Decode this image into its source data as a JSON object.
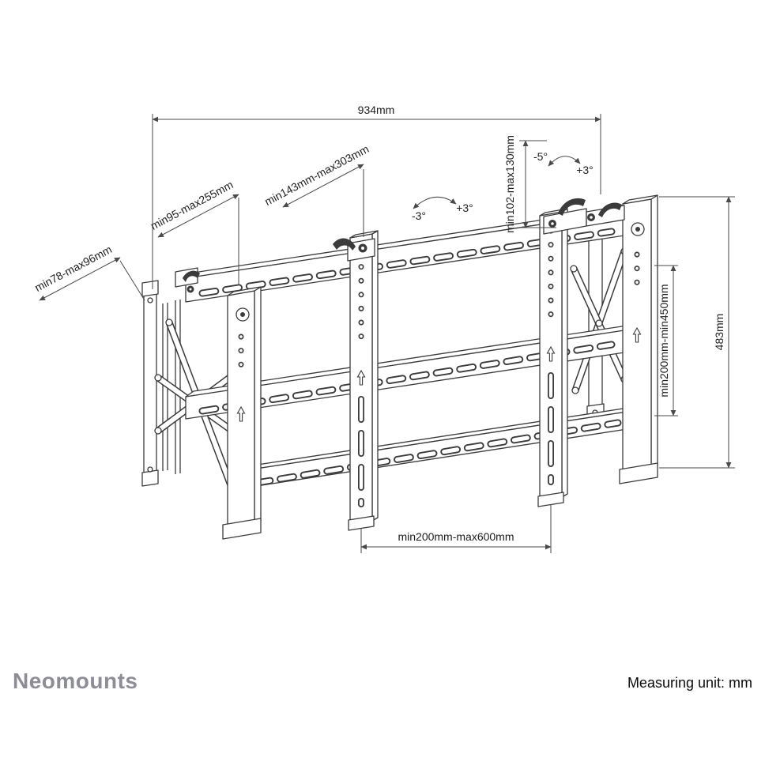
{
  "footer": {
    "brand": "Neomounts",
    "measuring_unit": "Measuring unit: mm"
  },
  "diagram": {
    "labels": {
      "width_total": "934mm",
      "bracket_depth": "min143mm-max303mm",
      "arm_depth": "min95-max255mm",
      "wall_gap": "min78-max96mm",
      "drop_range": "min102-max130mm",
      "tilt_center_minus": "-3°",
      "tilt_center_plus": "+3°",
      "tilt_right_minus": "-5°",
      "tilt_right_plus": "+3°",
      "vesa_height_range": "min200mm-min450mm",
      "height_total": "483mm",
      "vesa_width_range": "min200mm-max600mm"
    },
    "colors": {
      "line": "#3b3b3b",
      "dimension_line": "#4a4a4a",
      "label_text": "#1d1d1f",
      "brand_gray": "#8d8d95"
    }
  }
}
